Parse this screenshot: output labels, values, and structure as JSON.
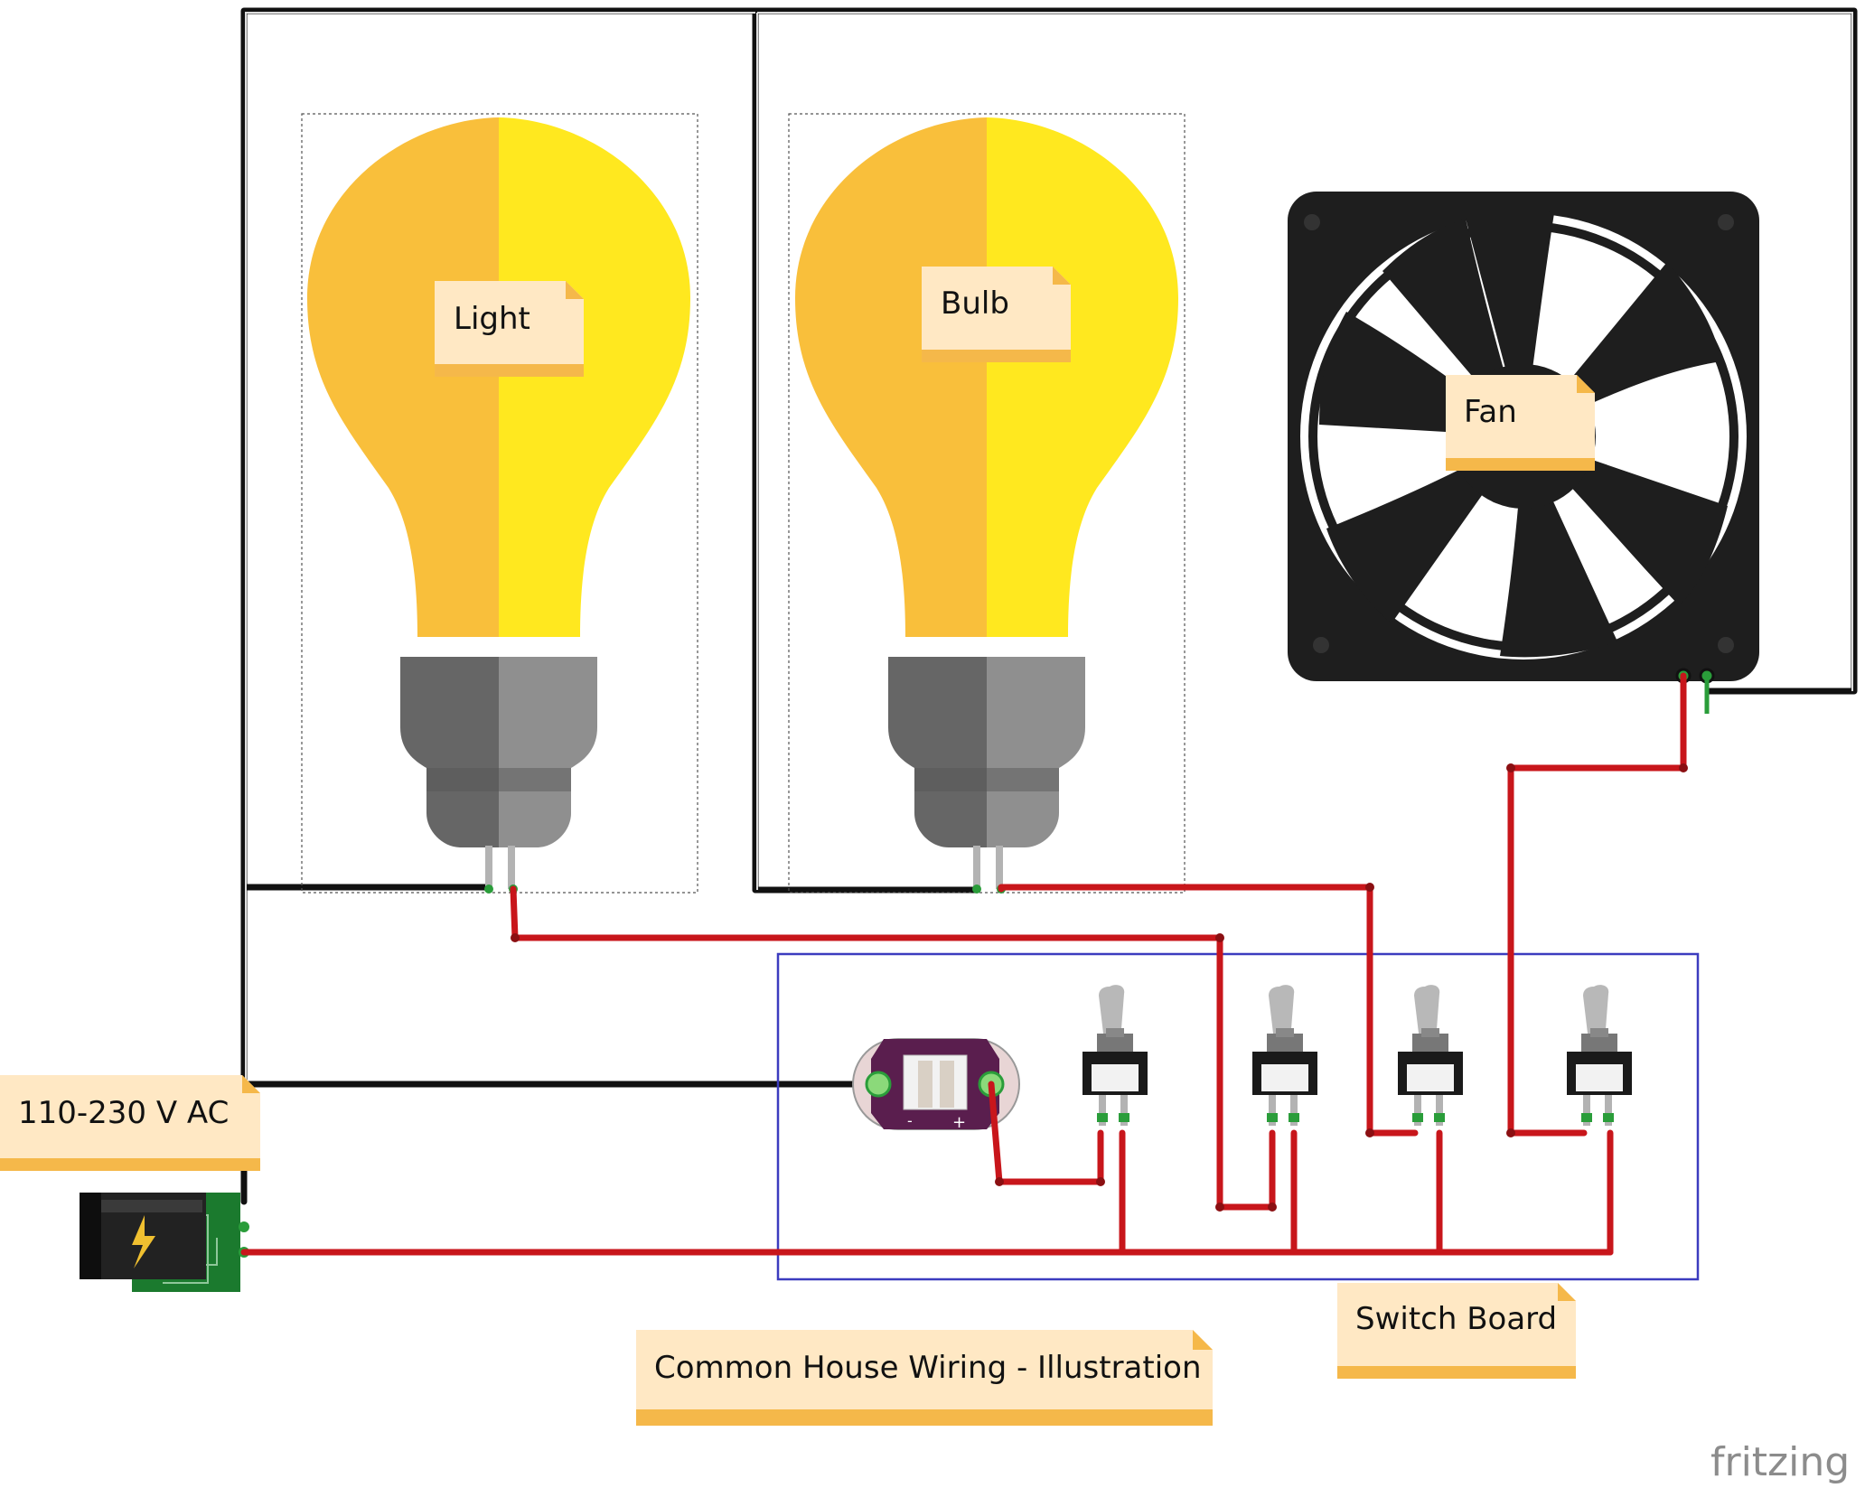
{
  "notes": {
    "light": "Light",
    "bulb": "Bulb",
    "fan": "Fan",
    "power": "110-230 V AC",
    "switch_board": "Switch Board",
    "title": "Common House Wiring - Illustration"
  },
  "brand": "fritzing",
  "connector_marks": {
    "minus": "-",
    "plus": "+"
  },
  "colors": {
    "wire_red": "#c8161b",
    "wire_black": "#1a1a1a",
    "bulb_left": "#f9bf3b",
    "bulb_right": "#ffe81f",
    "bulb_base_dark": "#666666",
    "bulb_base_light": "#8f8f8f",
    "fan_body": "#1e1e1e",
    "note_fill": "#ffe8c4",
    "note_strip": "#f5b84a",
    "switch_board_border": "#3c3cbf",
    "connector_purple": "#5a1e4e",
    "power_jack_pcb": "#1b7a2e"
  },
  "icons": [
    "lightning-icon",
    "light-bulb-icon",
    "fan-icon",
    "toggle-switch-icon",
    "connector-icon",
    "power-jack-icon"
  ]
}
